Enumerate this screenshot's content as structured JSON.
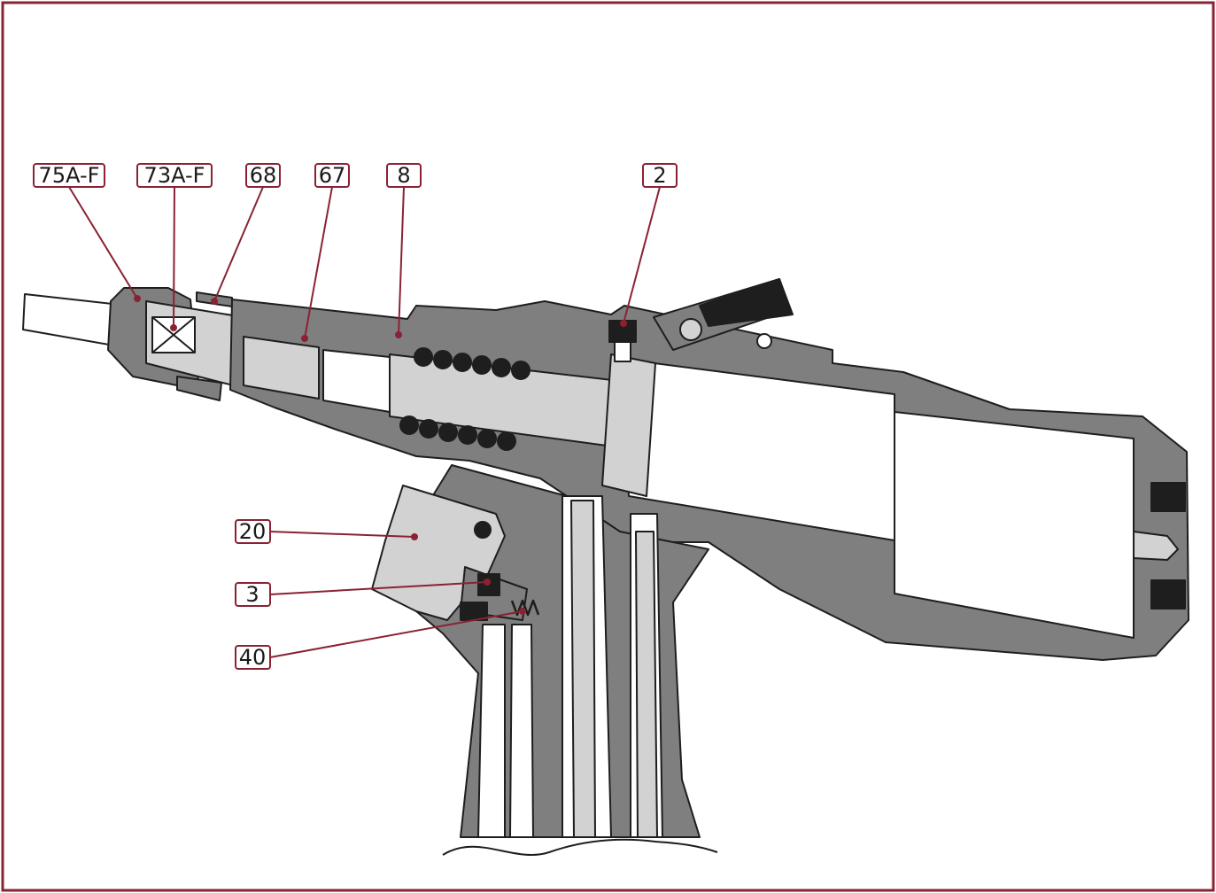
{
  "colors": {
    "frame": "#8a2233",
    "leader": "#8a2233",
    "body_dark": "#7f7f7f",
    "body_mid": "#a9a9a9",
    "part_light": "#d2d2d2",
    "outline": "#1e1e1e",
    "background": "#ffffff"
  },
  "callouts": [
    {
      "id": "75af",
      "label": "75A-F"
    },
    {
      "id": "73af",
      "label": "73A-F"
    },
    {
      "id": "68",
      "label": "68"
    },
    {
      "id": "67",
      "label": "67"
    },
    {
      "id": "8",
      "label": "8"
    },
    {
      "id": "2",
      "label": "2"
    },
    {
      "id": "20",
      "label": "20"
    },
    {
      "id": "3",
      "label": "3"
    },
    {
      "id": "40",
      "label": "40"
    }
  ]
}
